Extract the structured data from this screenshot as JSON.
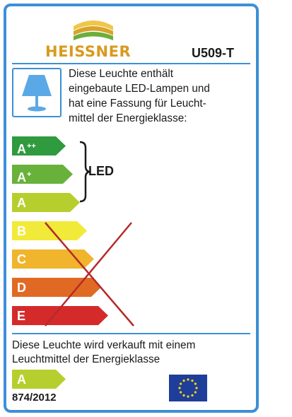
{
  "brand": {
    "name": "HEISSNER",
    "colors": {
      "arc_top": "#f0c64a",
      "arc_mid": "#d8a42a",
      "arc_bottom": "#6cae3a",
      "text": "#d89a1e"
    }
  },
  "model": "U509-T",
  "description": "Diese Leuchte enthält\neingebaute LED-Lampen und\nhat eine Fassung für Leucht-\nmittel der Energieklasse:",
  "energy_classes": [
    {
      "letter": "A",
      "sup": "++",
      "color": "#2f9a3e",
      "included": true
    },
    {
      "letter": "A",
      "sup": "+",
      "color": "#68b13a",
      "included": true
    },
    {
      "letter": "A",
      "sup": "",
      "color": "#b6cf2e",
      "included": true
    },
    {
      "letter": "B",
      "sup": "",
      "color": "#f1ea3a",
      "included": false
    },
    {
      "letter": "C",
      "sup": "",
      "color": "#f0b52c",
      "included": false
    },
    {
      "letter": "D",
      "sup": "",
      "color": "#e06a24",
      "included": false
    },
    {
      "letter": "E",
      "sup": "",
      "color": "#d42b2a",
      "included": false
    }
  ],
  "led_label": "LED",
  "sold_text": "Diese Leuchte wird verkauft mit einem\nLeuchtmittel der Energieklasse",
  "sold_class": {
    "letter": "A",
    "color": "#b6cf2e"
  },
  "regulation": "874/2012",
  "icons": {
    "lamp": "table-lamp-icon",
    "eu": "eu-flag-icon"
  },
  "colors": {
    "frame": "#3d8fd6",
    "cross": "#b52a2a",
    "lamp": "#5aa9e6"
  }
}
